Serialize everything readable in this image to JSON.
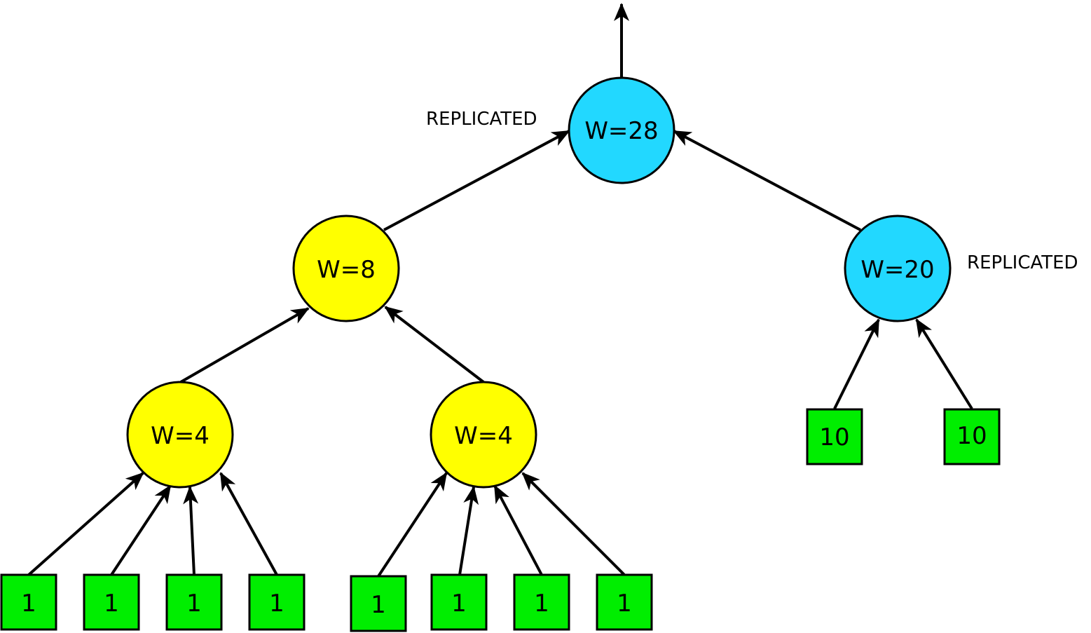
{
  "colors": {
    "replicated_node": "#22d8ff",
    "inner_node": "#ffff00",
    "leaf": "#00ee00",
    "stroke": "#000000"
  },
  "nodes": {
    "root": "W=28",
    "left_mid": "W=8",
    "right_mid": "W=20",
    "left_low_a": "W=4",
    "left_low_b": "W=4"
  },
  "leaves": {
    "group_a": [
      "1",
      "1",
      "1",
      "1"
    ],
    "group_b": [
      "1",
      "1",
      "1",
      "1"
    ],
    "group_c": [
      "10",
      "10"
    ]
  },
  "annotations": {
    "root_tag": "REPLICATED",
    "right_mid_tag": "REPLICATED"
  }
}
